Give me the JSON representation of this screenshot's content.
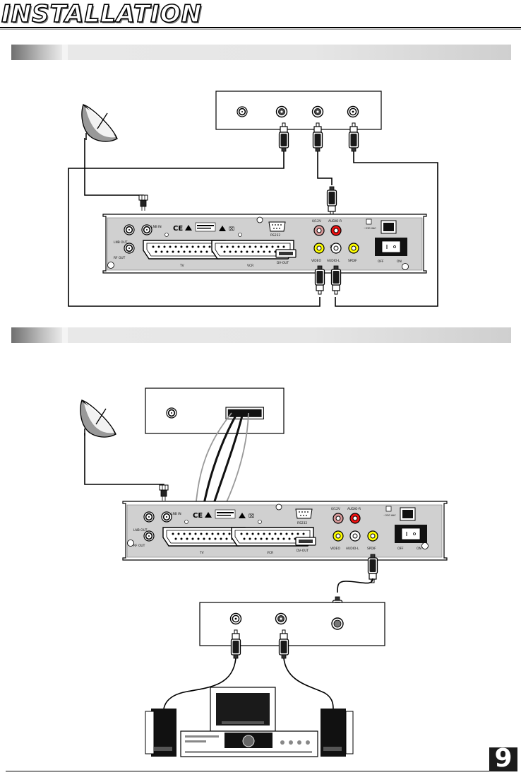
{
  "page": {
    "title": "INSTALLATION",
    "page_number": "9"
  },
  "sections": [
    {
      "heading": ""
    },
    {
      "heading": ""
    }
  ],
  "receiver": {
    "labels": {
      "lnb_in": "LNB IN",
      "lnb_out": "LNB OUT",
      "rf_out": "RF OUT",
      "tv": "TV",
      "vcr": "VCR",
      "rs232": "RS232",
      "dv_out": "DV-OUT",
      "o12v": "0/12V",
      "audio_r": "AUDIO-R",
      "video": "VIDEO",
      "audio_l": "AUDIO-L",
      "spdif": "SPDIF",
      "off": "OFF",
      "on": "ON"
    }
  }
}
